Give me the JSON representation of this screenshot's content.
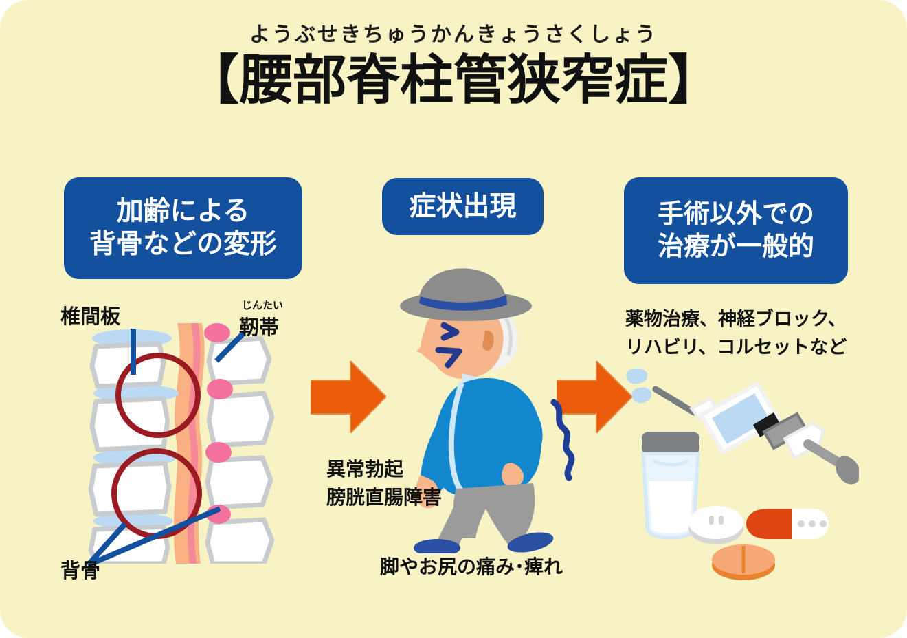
{
  "poster": {
    "background_color": "#F7F3C4",
    "accent_blue": "#13519E",
    "accent_orange": "#EA5B0C",
    "circle_highlight_color": "#9B1B22"
  },
  "title": {
    "furigana": "ようぶせきちゅうかんきょうさくしょう",
    "main": "【腰部脊柱管狭窄症】"
  },
  "stages": [
    {
      "id": "stage-1",
      "line1": "加齢による",
      "line2": "背骨などの変形"
    },
    {
      "id": "stage-2",
      "line1": "症状出現",
      "line2": ""
    },
    {
      "id": "stage-3",
      "line1": "手術以外での",
      "line2": "治療が一般的"
    }
  ],
  "spine_diagram": {
    "disc_label": "椎間板",
    "ligament_label": "靭帯",
    "ligament_furigana": "じんたい",
    "spine_label": "背骨",
    "highlight_circles": 2
  },
  "symptoms": {
    "extra_line1": "異常勃起",
    "extra_line2": "膀胱直腸障害",
    "walking_pain": "脚やお尻の痛み･痺れ"
  },
  "treatments": {
    "line1": "薬物治療、神経ブロック、",
    "line2": "リハビリ、コルセットなど"
  },
  "icons": {
    "arrow_1": "right-arrow-icon",
    "arrow_2": "right-arrow-icon",
    "spine": "spine-diagram-icon",
    "person": "elderly-walking-person-icon",
    "syringe": "syringe-icon",
    "vial": "medicine-vial-icon",
    "pills": "pills-icon"
  }
}
